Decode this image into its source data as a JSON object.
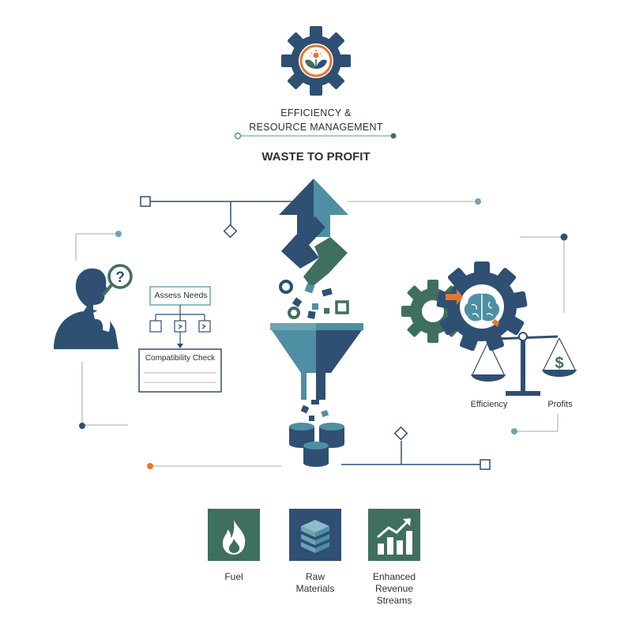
{
  "header": {
    "title_line1": "EFFICIENCY &",
    "title_line2": "RESOURCE MANAGEMENT",
    "subtitle": "WASTE TO PROFIT"
  },
  "assessment": {
    "assess_label": "Assess Needs",
    "compat_label": "Compatibility Check",
    "question_mark": "?"
  },
  "balance": {
    "left_label": "Efficiency",
    "right_label": "Profits",
    "currency_symbol": "$"
  },
  "outputs": [
    {
      "label_lines": [
        "Fuel"
      ],
      "icon": "flame-icon"
    },
    {
      "label_lines": [
        "Raw",
        "Materials"
      ],
      "icon": "layers-icon"
    },
    {
      "label_lines": [
        "Enhanced",
        "Revenue",
        "Streams"
      ],
      "icon": "growth-chart-icon"
    }
  ],
  "colors": {
    "navy": "#2f4f73",
    "teal": "#4e8fa3",
    "green": "#3f6f5e",
    "orange": "#e9752e",
    "line_gray": "#bfc7cc"
  }
}
